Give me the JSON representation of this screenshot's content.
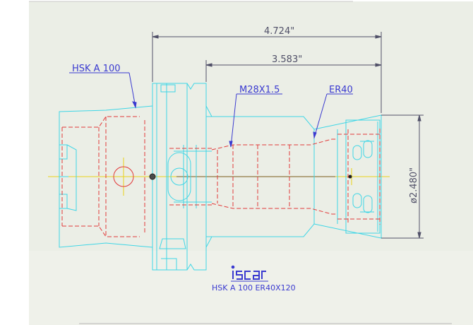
{
  "drawing": {
    "colors": {
      "background": "#ebeee6",
      "cyan": "#3fd6e6",
      "red": "#e23a3a",
      "blue": "#3a3ad0",
      "dim": "#505068",
      "yellow": "#e8d21a",
      "logo": "#3a3ad0"
    },
    "dimensions": {
      "overall_length": "4.724\"",
      "shank_length": "3.583\"",
      "diameter": "ø2.480\""
    },
    "callouts": {
      "taper": "HSK A 100",
      "thread": "M28X1.5",
      "collet": "ER40"
    },
    "logo": {
      "text": "iscar",
      "render": "picture"
    },
    "caption": "HSK A 100 ER40X120"
  }
}
